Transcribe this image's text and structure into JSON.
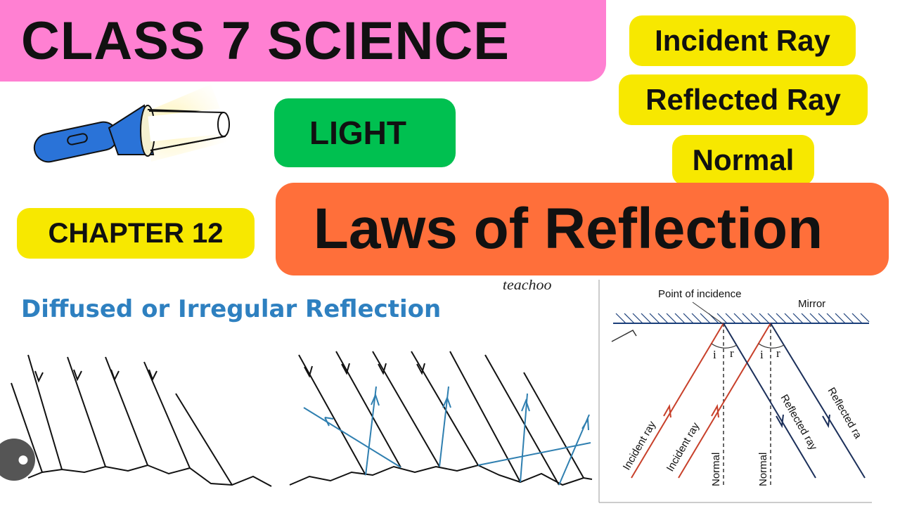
{
  "header": {
    "title": "CLASS 7 SCIENCE"
  },
  "tags": {
    "light": "LIGHT",
    "incident_ray": "Incident Ray",
    "reflected_ray": "Reflected Ray",
    "normal": "Normal",
    "chapter": "CHAPTER 12"
  },
  "topic": {
    "title": "Laws of Reflection"
  },
  "diffused_panel": {
    "title": "Diffused or Irregular Reflection",
    "watermark": "teachoo"
  },
  "diagram": {
    "point_of_incidence": "Point of incidence",
    "mirror": "Mirror",
    "angle_i": "i",
    "angle_r": "r",
    "incident_ray_label": "Incident ray",
    "reflected_ray_label": "Reflected ray",
    "reflected_ray_label_cut": "Reflected ra",
    "normal_label": "Normal"
  },
  "colors": {
    "title_bg": "#ff80d2",
    "light_bg": "#00c050",
    "tag_bg": "#f7e800",
    "laws_bg": "#ff6f3a",
    "diffused_title": "#2e80c0",
    "ray_blue": "#2f7fb0",
    "ray_red": "#c8402a"
  }
}
